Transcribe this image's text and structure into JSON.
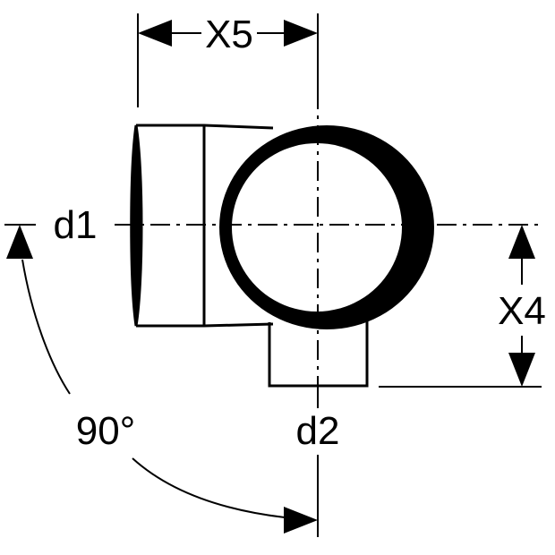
{
  "labels": {
    "x5": "X5",
    "x4": "X4",
    "d1": "d1",
    "d2": "d2",
    "angle": "90°"
  },
  "colors": {
    "ink": "#000000",
    "background": "#ffffff"
  }
}
